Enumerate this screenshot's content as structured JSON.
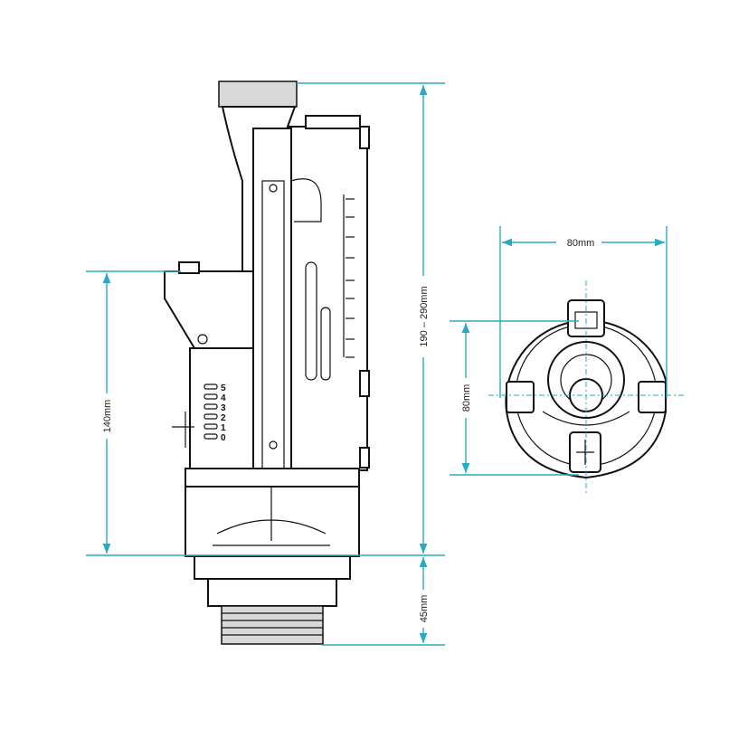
{
  "dimensions": {
    "total_height": "190 – 290mm",
    "overflow_height": "140mm",
    "thread_height": "45mm",
    "top_view_width": "80mm",
    "top_view_depth": "80mm"
  },
  "scale_marks": [
    "5",
    "4",
    "3",
    "2",
    "1",
    "0"
  ],
  "colors": {
    "dimension": "#2aa8c4",
    "outline": "#111111"
  }
}
